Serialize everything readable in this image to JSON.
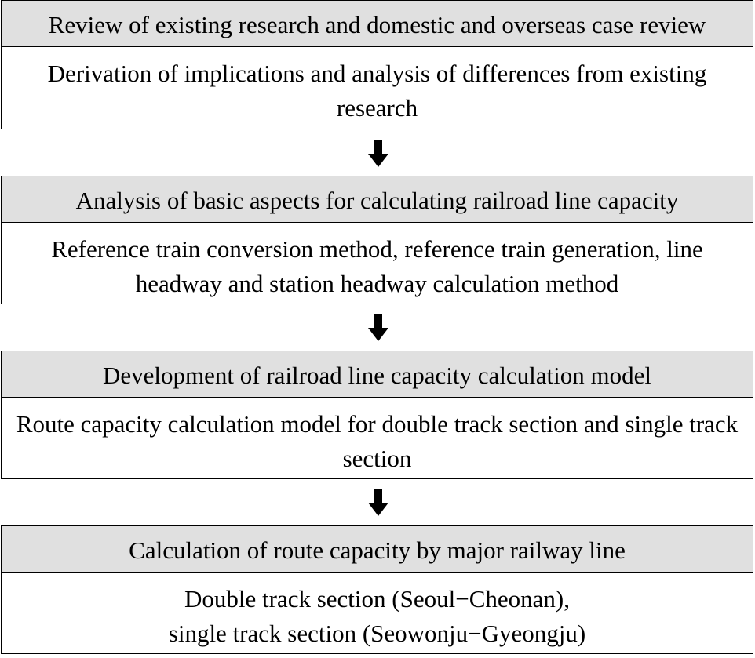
{
  "steps": [
    {
      "title": "Review of existing research and domestic and overseas case review",
      "detail": "Derivation of implications and analysis of differences from existing research"
    },
    {
      "title": "Analysis of basic aspects for calculating railroad line capacity",
      "detail": "Reference train conversion method, reference train generation, line headway and station headway calculation method"
    },
    {
      "title": "Development of railroad line capacity calculation model",
      "detail": "Route capacity calculation model for double track section and single track section"
    },
    {
      "title": "Calculation of route capacity by major railway line",
      "detail_line1": "Double track section (Seoul−Cheonan),",
      "detail_line2": "single track section (Seowonju−Gyeongju)"
    }
  ],
  "colors": {
    "header_fill": "#e0e0e0",
    "border": "#000000",
    "arrow": "#000000"
  }
}
